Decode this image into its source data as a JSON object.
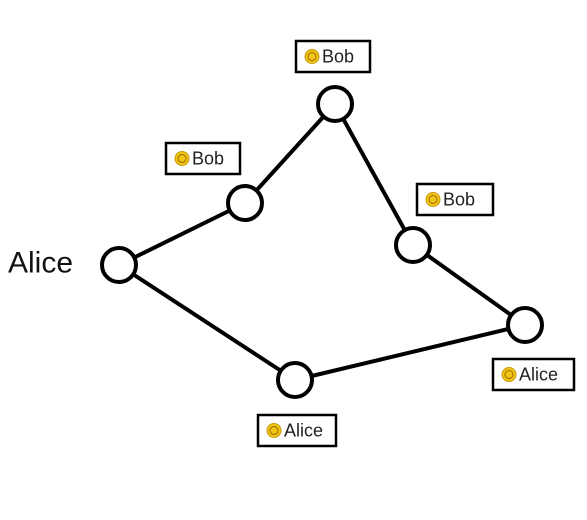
{
  "diagram": {
    "start_label": "Alice",
    "colors": {
      "line": "#000000",
      "node_fill": "#ffffff",
      "coin": "#f3c614"
    },
    "node_ids": [
      "n_alice",
      "n_bob_left",
      "n_bob_top",
      "n_bob_right",
      "n_alice_right",
      "n_alice_bottom"
    ],
    "edges": [
      [
        "n_alice",
        "n_bob_left"
      ],
      [
        "n_bob_left",
        "n_bob_top"
      ],
      [
        "n_bob_top",
        "n_bob_right"
      ],
      [
        "n_bob_right",
        "n_alice_right"
      ],
      [
        "n_alice_right",
        "n_alice_bottom"
      ],
      [
        "n_alice_bottom",
        "n_alice"
      ]
    ],
    "tags": [
      {
        "node": "n_bob_top",
        "icon": "coin-icon",
        "label": "Bob"
      },
      {
        "node": "n_bob_left",
        "icon": "coin-icon",
        "label": "Bob"
      },
      {
        "node": "n_bob_right",
        "icon": "coin-icon",
        "label": "Bob"
      },
      {
        "node": "n_alice_right",
        "icon": "coin-icon",
        "label": "Alice"
      },
      {
        "node": "n_alice_bottom",
        "icon": "coin-icon",
        "label": "Alice"
      }
    ]
  }
}
